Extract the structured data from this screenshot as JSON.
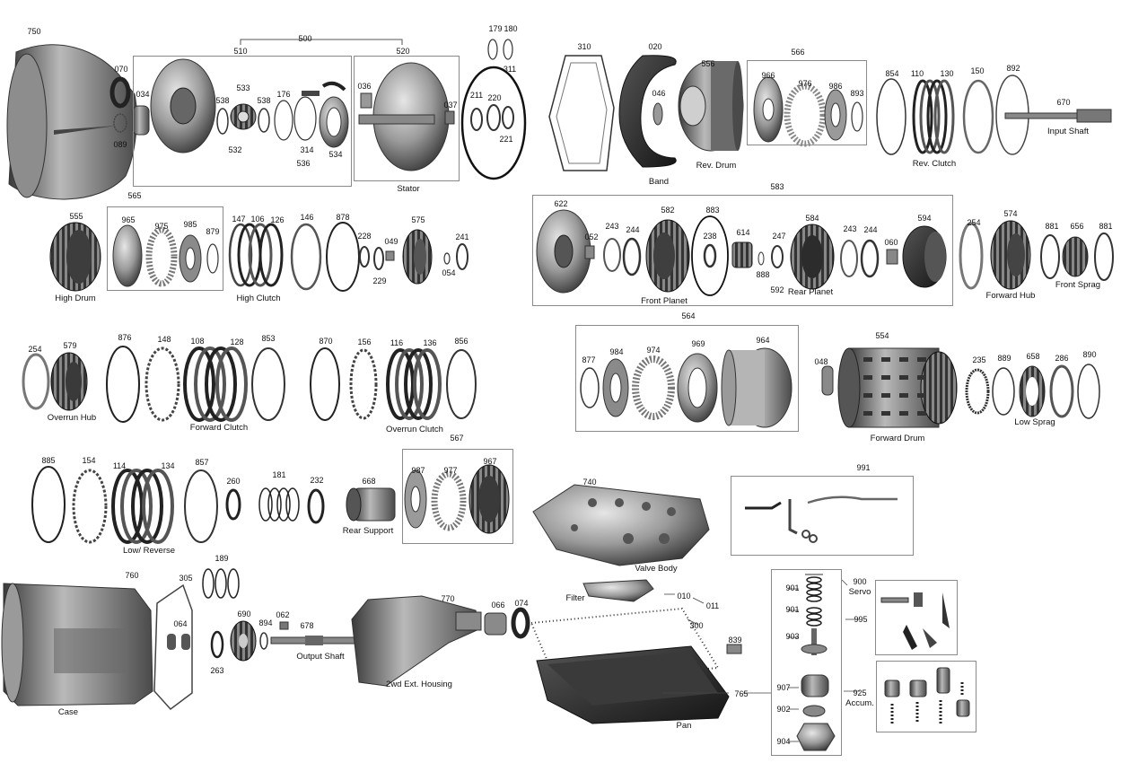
{
  "colors": {
    "ink": "#111111",
    "metal_dark": "#2b2b2b",
    "metal_mid": "#7a7a7a",
    "metal_light": "#c9c9c9",
    "box_border": "#8a8a8a",
    "background": "#ffffff"
  },
  "labels": {
    "n750": "750",
    "n070": "070",
    "n034": "034",
    "n089": "089",
    "n500": "500",
    "n510": "510",
    "n520": "520",
    "n533": "533",
    "n538a": "538",
    "n538b": "538",
    "n176": "176",
    "n532": "532",
    "n314": "314",
    "n536": "536",
    "n534": "534",
    "n036": "036",
    "n037": "037",
    "n179": "179",
    "n180": "180",
    "n311": "311",
    "n211": "211",
    "n220": "220",
    "n221": "221",
    "n310": "310",
    "n020": "020",
    "n046": "046",
    "n556": "556",
    "n566": "566",
    "n966": "966",
    "n976": "976",
    "n986": "986",
    "n893": "893",
    "n854": "854",
    "n110": "110",
    "n130": "130",
    "n150": "150",
    "n892": "892",
    "n670": "670",
    "n555": "555",
    "n565": "565",
    "n965": "965",
    "n975": "975",
    "n985": "985",
    "n879": "879",
    "n147": "147",
    "n106": "106",
    "n126": "126",
    "n146": "146",
    "n878": "878",
    "n228": "228",
    "n049": "049",
    "n229": "229",
    "n575": "575",
    "n241": "241",
    "n054": "054",
    "n583": "583",
    "n622": "622",
    "n052": "052",
    "n243a": "243",
    "n244a": "244",
    "n582": "582",
    "n883": "883",
    "n238": "238",
    "n614": "614",
    "n888": "888",
    "n247": "247",
    "n592": "592",
    "n584": "584",
    "n243b": "243",
    "n244b": "244",
    "n060": "060",
    "n594": "594",
    "n254a": "254",
    "n574": "574",
    "n881a": "881",
    "n656": "656",
    "n881b": "881",
    "n254b": "254",
    "n579": "579",
    "n876": "876",
    "n148": "148",
    "n108": "108",
    "n128": "128",
    "n853": "853",
    "n870": "870",
    "n156": "156",
    "n116": "116",
    "n136": "136",
    "n856": "856",
    "n564": "564",
    "n877": "877",
    "n984": "984",
    "n974": "974",
    "n969": "969",
    "n964": "964",
    "n048": "048",
    "n554": "554",
    "n235": "235",
    "n889": "889",
    "n658": "658",
    "n286": "286",
    "n890": "890",
    "n885": "885",
    "n154": "154",
    "n114": "114",
    "n134": "134",
    "n857": "857",
    "n260": "260",
    "n181": "181",
    "n232": "232",
    "n668": "668",
    "n567": "567",
    "n987": "987",
    "n977": "977",
    "n967": "967",
    "n740": "740",
    "n991": "991",
    "n760": "760",
    "n305": "305",
    "n189": "189",
    "n064": "064",
    "n690": "690",
    "n894": "894",
    "n062": "062",
    "n678": "678",
    "n263": "263",
    "n770": "770",
    "n066": "066",
    "n074": "074",
    "n010": "010",
    "n011": "011",
    "n300": "300",
    "n839": "839",
    "n765": "765",
    "n901a": "901",
    "n900": "900",
    "n901b": "901",
    "n903": "903",
    "n995": "995",
    "n907": "907",
    "n925": "925",
    "n902": "902",
    "n904": "904"
  },
  "captions": {
    "stator": "Stator",
    "band": "Band",
    "rev_drum": "Rev. Drum",
    "rev_clutch": "Rev. Clutch",
    "input_shaft": "Input Shaft",
    "high_drum": "High Drum",
    "high_clutch": "High Clutch",
    "front_planet": "Front Planet",
    "rear_planet": "Rear Planet",
    "forward_hub": "Forward Hub",
    "front_sprag": "Front Sprag",
    "overrun_hub": "Overrun Hub",
    "forward_clutch": "Forward Clutch",
    "overrun_clutch": "Overrun Clutch",
    "low_sprag": "Low Sprag",
    "forward_drum": "Forward Drum",
    "low_reverse": "Low/ Reverse",
    "rear_support": "Rear Support",
    "valve_body": "Valve Body",
    "filter": "Filter",
    "case": "Case",
    "output_shaft": "Output Shaft",
    "ext_housing": "2wd Ext. Housing",
    "pan": "Pan",
    "servo": "Servo",
    "accum": "Accum."
  }
}
